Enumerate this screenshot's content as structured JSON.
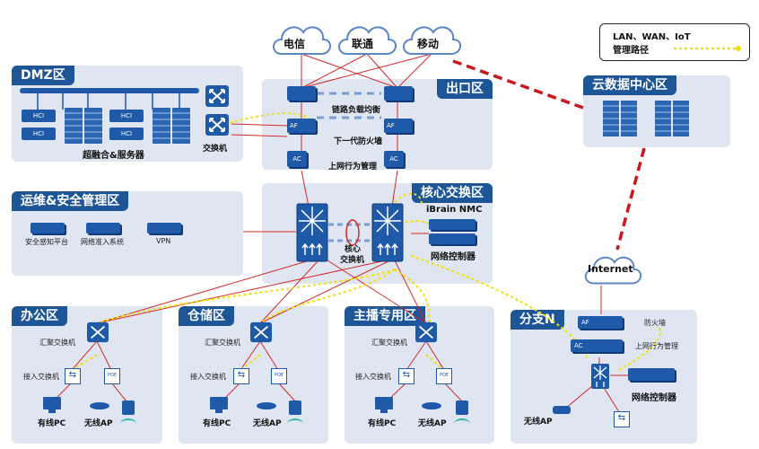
{
  "carriers": {
    "c1": "电信",
    "c2": "联通",
    "c3": "移动"
  },
  "internet": "Internet",
  "legend": {
    "line1": "LAN、WAN、IoT",
    "line2": "管理路径"
  },
  "zones": {
    "dmz": {
      "title": "DMZ区",
      "servers_label": "超融合&服务器",
      "switch_label": "交换机",
      "hci": "HCI"
    },
    "exit": {
      "title": "出口区",
      "lb_label": "链路负载均衡",
      "fw_label": "下一代防火墙",
      "bm_label": "上网行为管理",
      "af": "AF",
      "ac": "AC"
    },
    "cloud_dc": {
      "title": "云数据中心区"
    },
    "ops": {
      "title": "运维&安全管理区",
      "item1": "安全感知平台",
      "item2": "网络准入系统",
      "item3": "VPN"
    },
    "core": {
      "title": "核心交换区",
      "core_label": "核心\n交换机",
      "core_l1": "核心",
      "core_l2": "交换机",
      "nmc": "iBrain NMC",
      "ctrl": "网络控制器"
    },
    "office": {
      "title": "办公区",
      "agg": "汇聚交换机",
      "access": "接入交换机",
      "pc": "有线PC",
      "ap": "无线AP",
      "poe": "POE"
    },
    "storage": {
      "title": "仓储区",
      "agg": "汇聚交换机",
      "access": "接入交换机",
      "pc": "有线PC",
      "ap": "无线AP",
      "poe": "POE"
    },
    "broadcast": {
      "title": "主播专用区",
      "agg": "汇聚交换机",
      "access": "接入交换机",
      "pc": "有线PC",
      "ap": "无线AP",
      "poe": "POE"
    },
    "branch": {
      "title": "分支N",
      "fw": "防火墙",
      "bm": "上网行为管理",
      "ctrl": "网络控制器",
      "ap": "无线AP",
      "af": "AF",
      "ac": "AC"
    }
  },
  "colors": {
    "zone_bg": "#dfe6f1",
    "title_bg": "#1d5597",
    "lan": "#d42a2a",
    "mgmt": "#f0e000",
    "device": "#1e5aa8"
  }
}
